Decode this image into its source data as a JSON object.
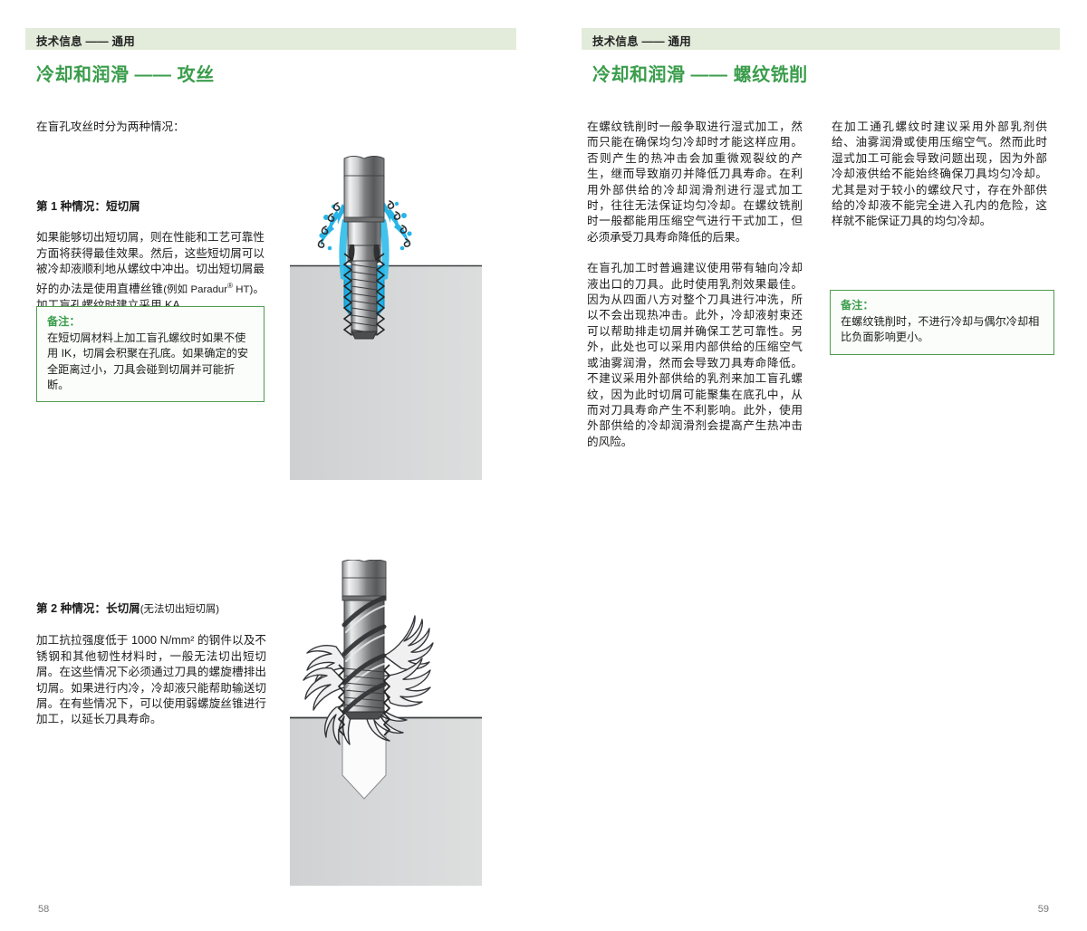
{
  "document": {
    "left_page": {
      "running_header": "技术信息 —— 通用",
      "title": "冷却和润滑 —— 攻丝",
      "intro": "在盲孔攻丝时分为两种情况：",
      "case1_heading": "第 1 种情况：短切屑",
      "case1_body_a": "如果能够切出短切屑，则在性能和工艺可靠性方面将获得最佳效果。然后，这些短切屑可以被冷却液顺利地从螺纹中冲出。切出短切屑最好的办法是使用直槽丝锥",
      "case1_body_small": "(例如 Paradur",
      "case1_body_sup": "®",
      "case1_body_small2": " HT)",
      "case1_body_b": "。加工盲孔螺纹时建立采用 KA。",
      "note_title": "备注：",
      "note_body": "在短切屑材料上加工盲孔螺纹时如果不使用 IK，切屑会积聚在孔底。如果确定的安全距离过小，刀具会碰到切屑并可能折断。",
      "case2_heading": "第 2 种情况：长切屑",
      "case2_heading_small": "(无法切出短切屑)",
      "case2_body": "加工抗拉强度低于 1000 N/mm² 的钢件以及不锈钢和其他韧性材料时，一般无法切出短切屑。在这些情况下必须通过刀具的螺旋槽排出切屑。如果进行内冷，冷却液只能帮助输送切屑。在有些情况下，可以使用弱螺旋丝锥进行加工，以延长刀具寿命。",
      "folio": "58",
      "figure_top_caption": "",
      "figure_bottom_caption": ""
    },
    "right_page": {
      "running_header": "技术信息 —— 通用",
      "title": "冷却和润滑 —— 螺纹铣削",
      "col1_p1": "在螺纹铣削时一般争取进行湿式加工，然而只能在确保均匀冷却时才能这样应用。否则产生的热冲击会加重微观裂纹的产生，继而导致崩刃并降低刀具寿命。在利用外部供给的冷却润滑剂进行湿式加工时，往往无法保证均匀冷却。在螺纹铣削时一般都能用压缩空气进行干式加工，但必须承受刀具寿命降低的后果。",
      "col1_p2": "在盲孔加工时普遍建议使用带有轴向冷却液出口的刀具。此时使用乳剂效果最佳。因为从四面八方对整个刀具进行冲洗，所以不会出现热冲击。此外，冷却液射束还可以帮助排走切屑并确保工艺可靠性。另外，此处也可以采用内部供给的压缩空气或油雾润滑，然而会导致刀具寿命降低。不建议采用外部供给的乳剂来加工盲孔螺纹，因为此时切屑可能聚集在底孔中，从而对刀具寿命产生不利影响。此外，使用外部供给的冷却润滑剂会提高产生热冲击的风险。",
      "col2_p1": "在加工通孔螺纹时建议采用外部乳剂供给、油雾润滑或使用压缩空气。然而此时湿式加工可能会导致问题出现，因为外部冷却液供给不能始终确保刀具均匀冷却。尤其是对于较小的螺纹尺寸，存在外部供给的冷却液不能完全进入孔内的危险，这样就不能保证刀具的均匀冷却。",
      "note_title": "备注：",
      "note_body": "在螺纹铣削时，不进行冷却与偶尔冷却相比负面影响更小。",
      "folio": "59"
    }
  },
  "colors": {
    "header_band": "#e3ecdb",
    "title_green": "#3a9d4b",
    "note_border": "#4f9c4f",
    "note_background": "#fbfdfa",
    "workpiece_gray": "#d2d3d4",
    "coolant_blue": "#28b5e8",
    "tool_steel_dark": "#57585a",
    "tool_steel_light": "#e6e7e8",
    "text": "#1c1c1c",
    "folio": "#777777"
  },
  "figures": {
    "top": {
      "name": "tapping-with-internal-coolant-short-chip",
      "elements": [
        "tap-tool",
        "coolant-jet",
        "short-chips",
        "workpiece-block",
        "blind-hole"
      ]
    },
    "bottom": {
      "name": "tapping-long-chip-spiral-flute",
      "elements": [
        "spiral-flute-tap",
        "long-chips",
        "workpiece-block",
        "blind-hole"
      ]
    }
  }
}
